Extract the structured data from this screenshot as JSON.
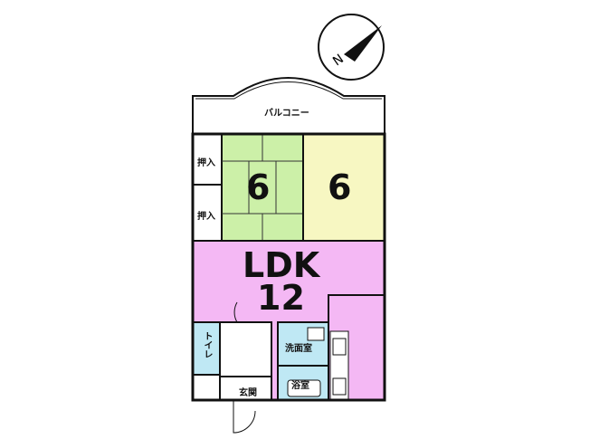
{
  "compass": {
    "label": "N",
    "icon": "north-arrow-icon"
  },
  "rooms": {
    "balcony": "バルコニー",
    "closet_upper": "押入",
    "closet_lower": "押入",
    "tatami_room": "6",
    "western_room": "6",
    "ldk_label": "LDK",
    "ldk_size": "12",
    "toilet": "トイレ",
    "washroom": "洗面室",
    "bathroom": "浴室",
    "entrance": "玄関"
  },
  "colors": {
    "ldk": "#f4b8f4",
    "tatami": "#ccf0a8",
    "western": "#f7f7c2",
    "wet_area": "#bfe8f4",
    "wall": "#111111"
  }
}
